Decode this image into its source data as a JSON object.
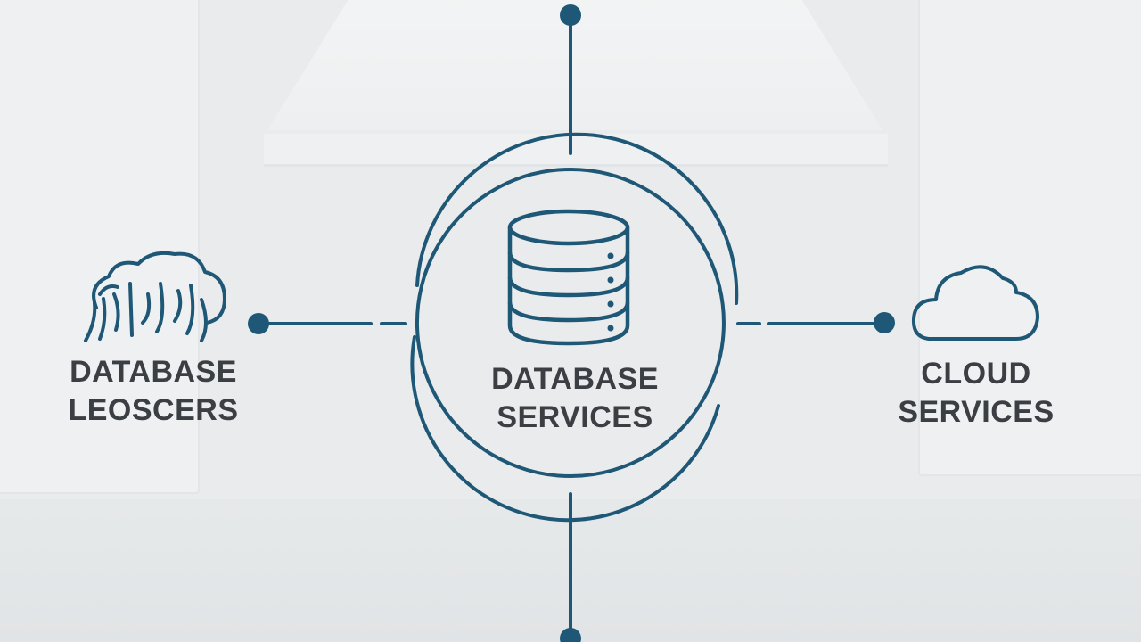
{
  "center_node": {
    "line1": "DATABASE",
    "line2": "SERVICES",
    "icon": "database-icon"
  },
  "left_node": {
    "line1": "DATABASE",
    "line2": "LEOSCERS",
    "icon": "cloud-data-icon"
  },
  "right_node": {
    "line1": "CLOUD",
    "line2": "SERVICES",
    "icon": "cloud-icon"
  },
  "colors": {
    "accent": "#1f5876",
    "text": "#3b3f44",
    "background": "#e9ebec"
  }
}
